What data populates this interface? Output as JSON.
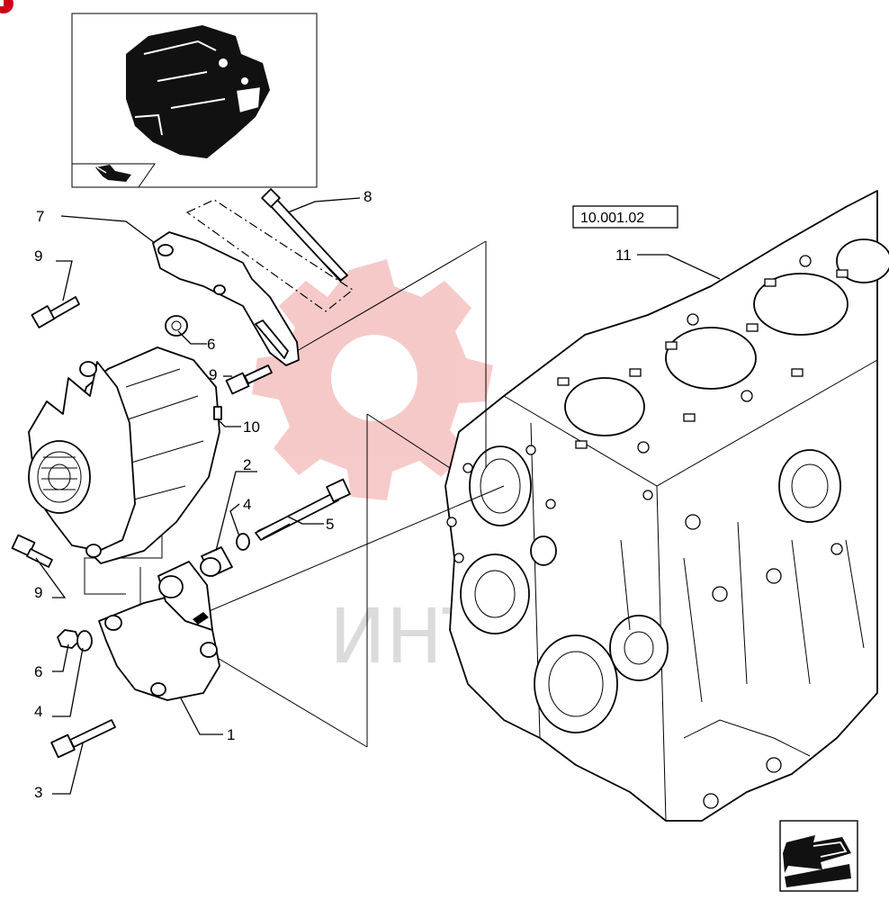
{
  "reference_box": "10.001.02",
  "watermark_text": "ИНТЭ",
  "callouts": [
    {
      "id": "c7",
      "label": "7"
    },
    {
      "id": "c8",
      "label": "8"
    },
    {
      "id": "c9a",
      "label": "9"
    },
    {
      "id": "c6a",
      "label": "6"
    },
    {
      "id": "c9b",
      "label": "9"
    },
    {
      "id": "c10",
      "label": "10"
    },
    {
      "id": "c2",
      "label": "2"
    },
    {
      "id": "c4a",
      "label": "4"
    },
    {
      "id": "c5",
      "label": "5"
    },
    {
      "id": "c9c",
      "label": "9"
    },
    {
      "id": "c6b",
      "label": "6"
    },
    {
      "id": "c4b",
      "label": "4"
    },
    {
      "id": "c1",
      "label": "1"
    },
    {
      "id": "c3",
      "label": "3"
    },
    {
      "id": "c11",
      "label": "11"
    }
  ],
  "icons": {
    "thumbnail": "engine-thumbnail-icon",
    "thumbnail_arrow": "return-arrow-icon",
    "nav": "next-page-arrow-icon",
    "brand": "brand-marker-icon"
  },
  "colors": {
    "line": "#000000",
    "watermark_gear": "#f6c4c4",
    "watermark_text": "#d8d8d8",
    "brand_marker": "#d0021b"
  }
}
